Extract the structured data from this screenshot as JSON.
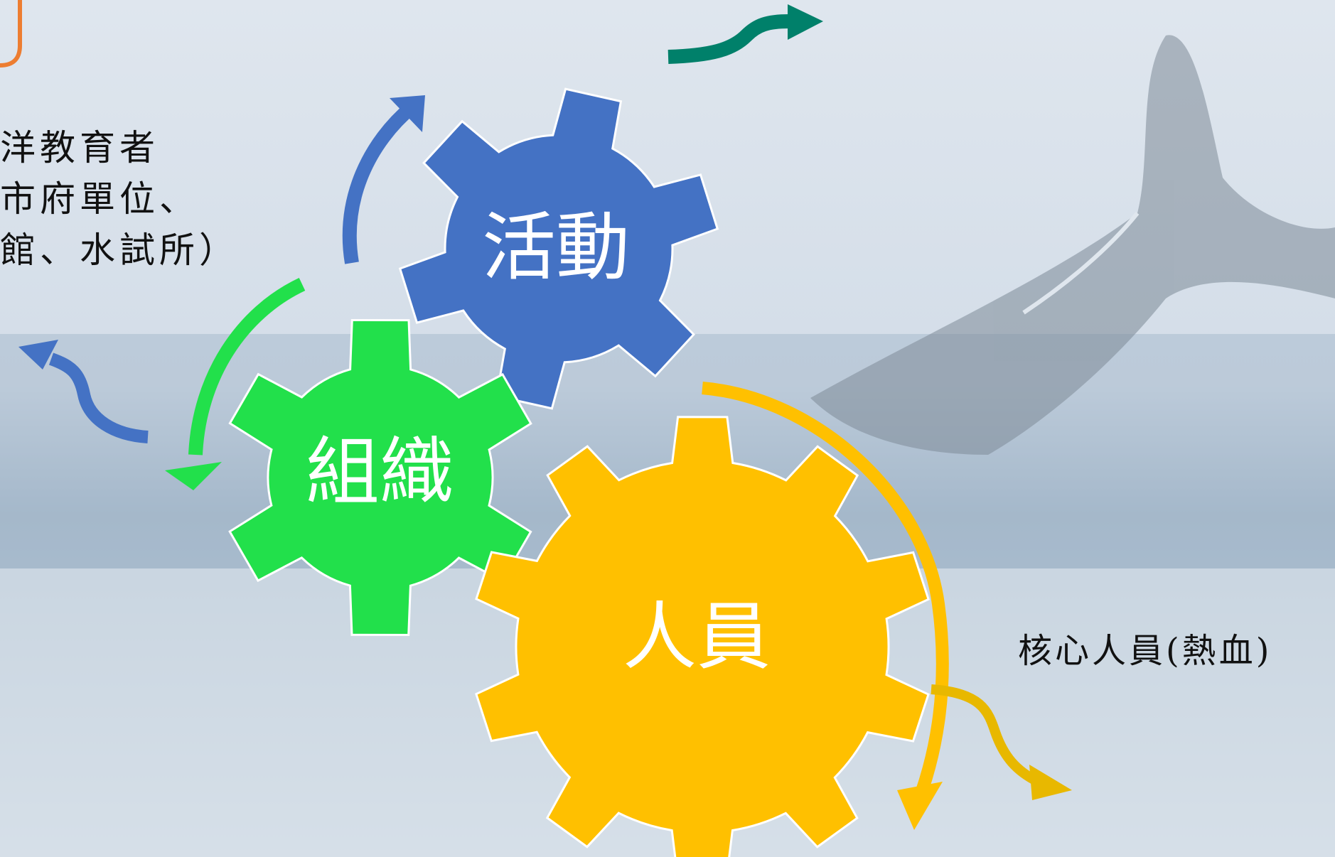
{
  "left_text": {
    "line1": "洋教育者",
    "line2": "市府單位、",
    "line3": "館、水試所）"
  },
  "right_text": "核心人員(熱血)",
  "gears": [
    {
      "id": "activity",
      "label": "活動",
      "color": "#4472C4"
    },
    {
      "id": "organization",
      "label": "組織",
      "color": "#22E04B"
    },
    {
      "id": "people",
      "label": "人員",
      "color": "#FFC000"
    }
  ],
  "colors": {
    "orange_frame": "#ED7D31",
    "teal_arrow": "#00806A",
    "blue_arrow": "#4472C4",
    "green_arrow": "#22E04B",
    "yellow_arrow": "#FFC000",
    "small_yellow_arrow": "#E8B800"
  },
  "background_icon": "whale-tail-image"
}
